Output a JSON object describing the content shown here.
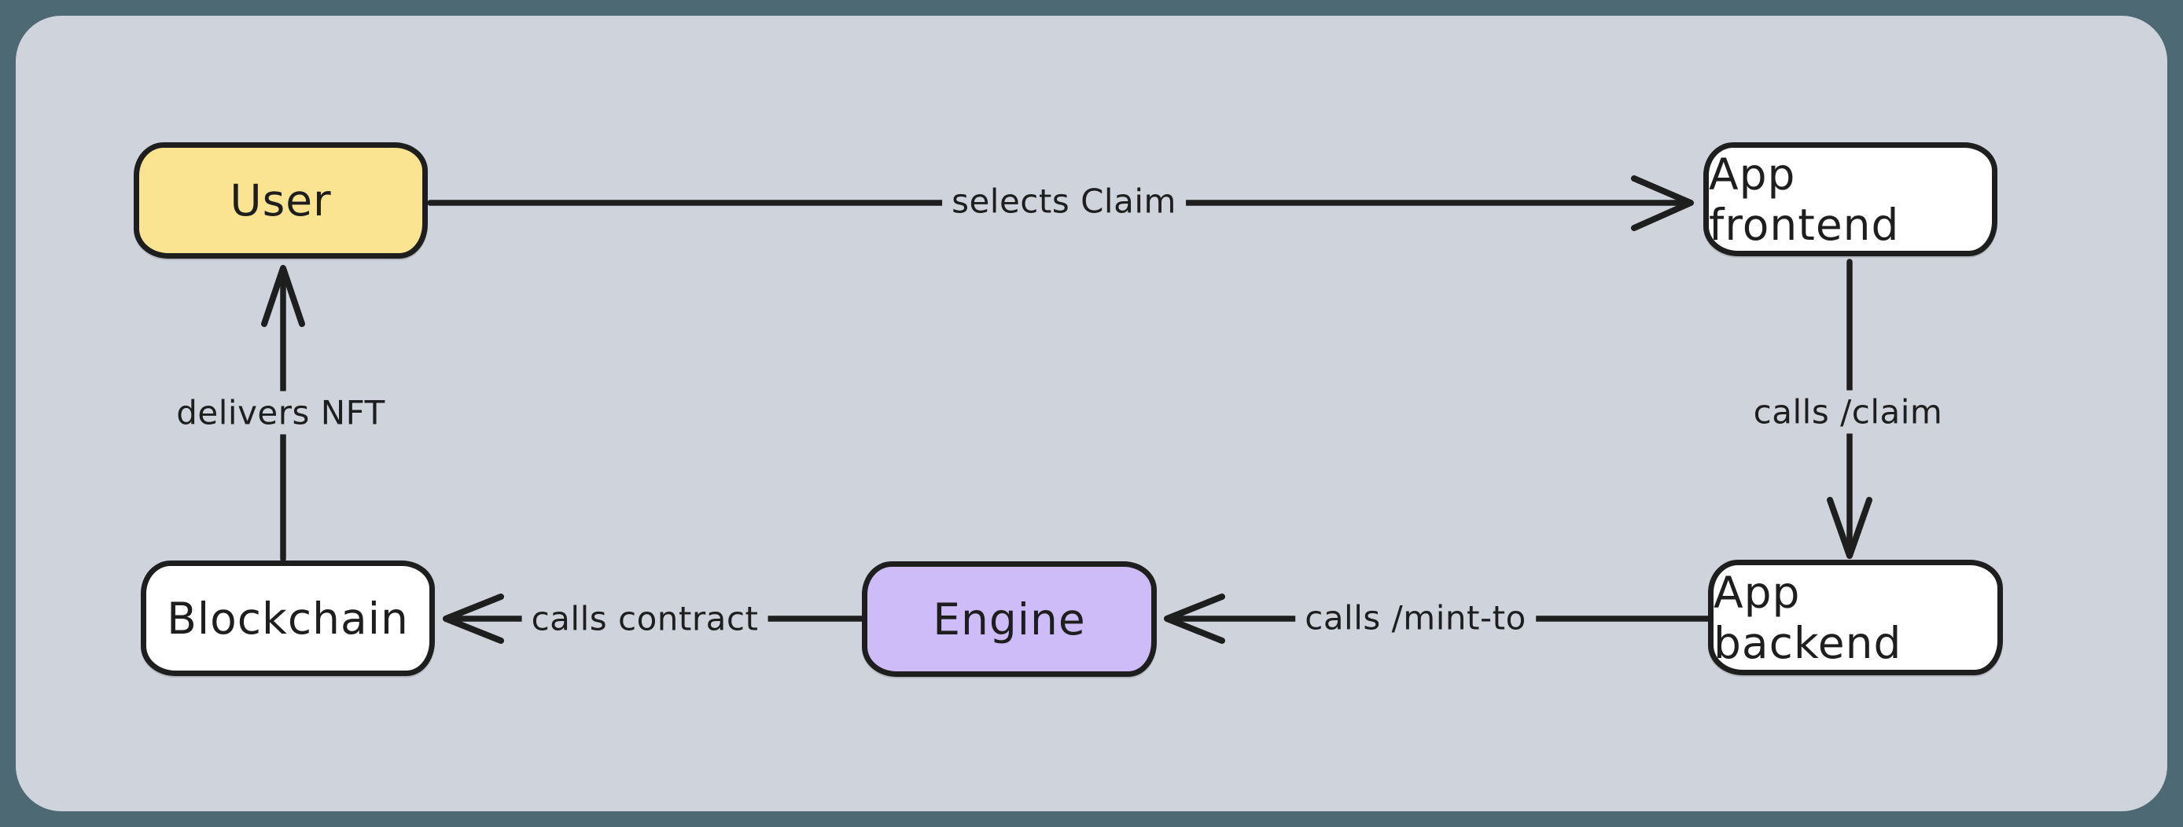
{
  "diagram": {
    "colors": {
      "outer_background": "#4D6973",
      "panel_background": "#CFD3DB",
      "stroke": "#1E1E1E",
      "user_fill": "#FBE491",
      "engine_fill": "#CDBCF8",
      "plain_fill": "#FFFFFF"
    },
    "nodes": [
      {
        "id": "user",
        "label": "User",
        "fill": "#FBE491"
      },
      {
        "id": "app-frontend",
        "label": "App frontend",
        "fill": "#FFFFFF"
      },
      {
        "id": "app-backend",
        "label": "App backend",
        "fill": "#FFFFFF"
      },
      {
        "id": "engine",
        "label": "Engine",
        "fill": "#CDBCF8"
      },
      {
        "id": "blockchain",
        "label": "Blockchain",
        "fill": "#FFFFFF"
      }
    ],
    "edges": [
      {
        "id": "selects-claim",
        "from": "User",
        "to": "App frontend",
        "label": "selects Claim"
      },
      {
        "id": "calls-claim",
        "from": "App frontend",
        "to": "App backend",
        "label": "calls /claim"
      },
      {
        "id": "calls-mint-to",
        "from": "App backend",
        "to": "Engine",
        "label": "calls /mint-to"
      },
      {
        "id": "calls-contract",
        "from": "Engine",
        "to": "Blockchain",
        "label": "calls contract"
      },
      {
        "id": "delivers-nft",
        "from": "Blockchain",
        "to": "User",
        "label": "delivers NFT"
      }
    ]
  }
}
